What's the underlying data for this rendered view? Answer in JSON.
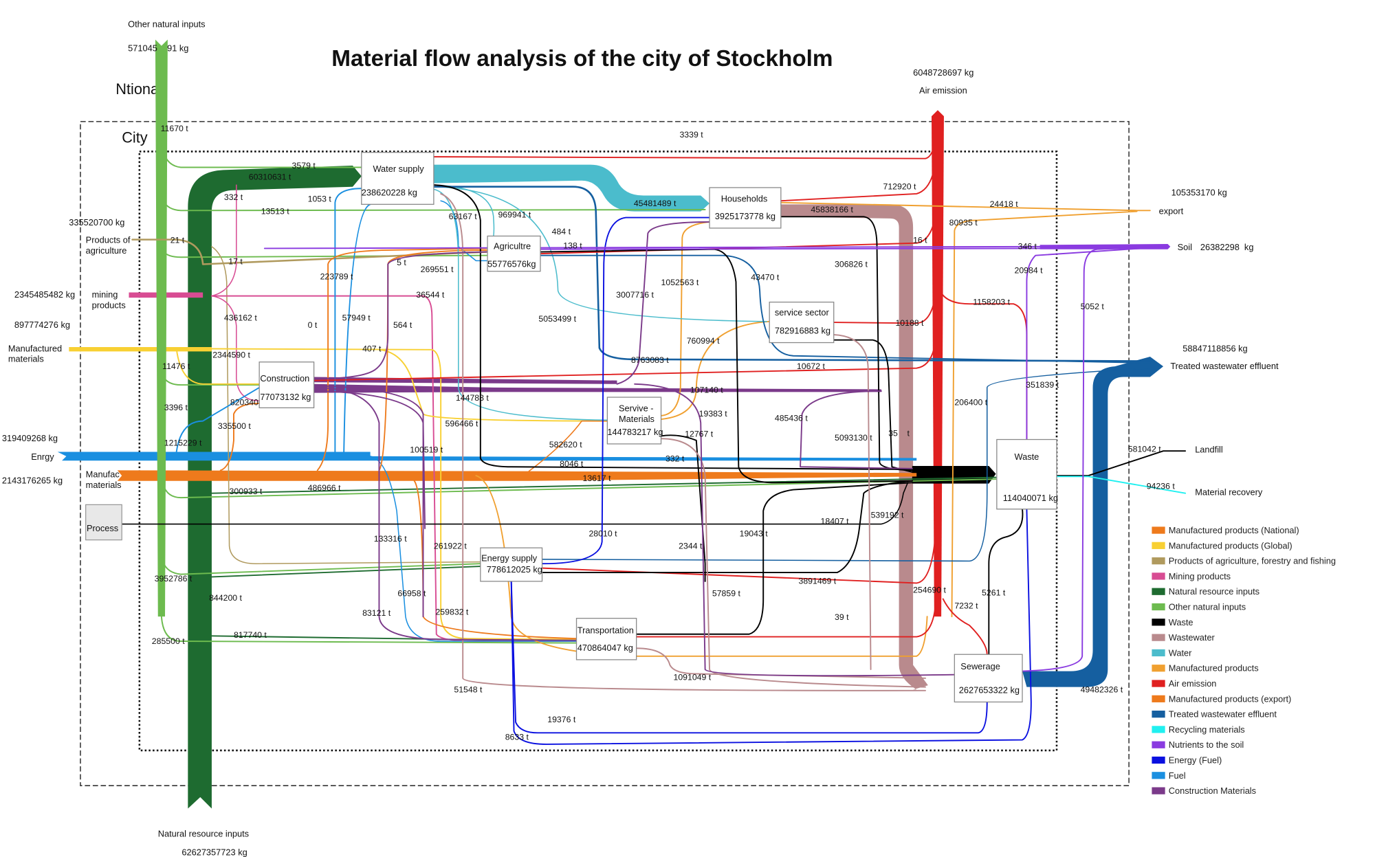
{
  "title": "Material flow analysis of the city of Stockholm",
  "scopes": {
    "national": "Ntional",
    "city": "City"
  },
  "process_key": "Process",
  "nodes": {
    "water_supply": {
      "name": "Water supply",
      "value": "238620228 kg"
    },
    "agriculture": {
      "name": "Agricultre",
      "value": "55776576kg"
    },
    "households": {
      "name": "Households",
      "value": "3925173778 kg"
    },
    "service_sector": {
      "name": "service sector",
      "value": "782916883 kg"
    },
    "construction": {
      "name": "Construction",
      "value": "77073132 kg"
    },
    "service_materials": {
      "name1": "Servive -",
      "name2": "Materials",
      "value": "144783217 kg"
    },
    "waste": {
      "name": "Waste",
      "value": "114040071 kg"
    },
    "energy_supply": {
      "name": "Energy supply",
      "value": "778612025 kg"
    },
    "transportation": {
      "name": "Transportation",
      "value": "470864047 kg"
    },
    "sewerage": {
      "name": "Sewerage",
      "value": "2627653322 kg"
    }
  },
  "inputs": {
    "other_natural": {
      "name": "Other natural inputs",
      "value": "571045    91 kg"
    },
    "agri_products": {
      "value": "335520700 kg",
      "name1": "Products of",
      "name2": "agriculture"
    },
    "mining": {
      "value": "2345485482 kg",
      "name1": "mining",
      "name2": "products"
    },
    "manufactured_global": {
      "value": "897774276 kg",
      "name1": "Manufactured",
      "name2": "materials"
    },
    "energy": {
      "value": "319409268 kg",
      "name": "Enrgy"
    },
    "manufactured_national": {
      "value": "2143176265 kg",
      "name1": "Manufac",
      "name2": "materials"
    },
    "natural_resource": {
      "name": "Natural resource inputs",
      "value": "62627357723 kg"
    }
  },
  "outputs": {
    "air_emission": {
      "value": "6048728697 kg",
      "name": "Air emission"
    },
    "export": {
      "value": "105353170 kg",
      "name": "export"
    },
    "soil": {
      "name": "Soil",
      "value": "26382298  kg"
    },
    "effluent": {
      "value": "58847118856 kg",
      "name": "Treated wastewater effluent"
    },
    "landfill": {
      "name": "Landfill"
    },
    "recovery": {
      "name": "Material recovery"
    }
  },
  "flow_labels": [
    "11670 t",
    "3579 t",
    "60310631 t",
    "332 t",
    "1053 t",
    "13513 t",
    "21 t",
    "17 t",
    "223789 t",
    "5 t",
    "269551 t",
    "36544 t",
    "436162 t",
    "0 t",
    "57949 t",
    "564 t",
    "407 t",
    "2344590 t",
    "11476 t",
    "3396 t",
    "820340",
    "335500 t",
    "1215229 t",
    "63167 t",
    "969941 t",
    "484 t",
    "138 t",
    "45481489 t",
    "45838166 t",
    "306826 t",
    "712920 t",
    "16 t",
    "80935 t",
    "24418 t",
    "346 t",
    "20984 t",
    "1158203 t",
    "5052 t",
    "43470 t",
    "1052563 t",
    "3007716 t",
    "5053499 t",
    "10188 t",
    "760994 t",
    "8763083 t",
    "10672 t",
    "351839 t",
    "107140 t",
    "144783 t",
    "19383 t",
    "485436 t",
    "206400 t",
    "596466 t",
    "12767 t",
    "5093130 t",
    "35    t",
    "100519 t",
    "582620 t",
    "332 t",
    "8046 t",
    "13617 t",
    "300933 t",
    "486966 t",
    "539192 t",
    "18407 t",
    "28010 t",
    "19043 t",
    "2344 t",
    "133316 t",
    "261922 t",
    "3952786 t",
    "3891469 t",
    "66958 t",
    "844200 t",
    "57859 t",
    "254690 t",
    "5261 t",
    "7232 t",
    "83121 t",
    "259832 t",
    "39 t",
    "817740 t",
    "285500 t",
    "1091049 t",
    "51548 t",
    "49482326 t",
    "19376 t",
    "8633 t",
    "3339 t",
    "581042 t",
    "94236 t"
  ],
  "legend": [
    {
      "label": "Manufactured products (National)",
      "color": "#ee7a1c"
    },
    {
      "label": "Manufactured products (Global)",
      "color": "#f8d033"
    },
    {
      "label": "Products of agriculture, forestry and fishing",
      "color": "#b09a5e"
    },
    {
      "label": "Mining products",
      "color": "#d84c93"
    },
    {
      "label": "Natural resource inputs",
      "color": "#1e6b30"
    },
    {
      "label": "Other natural inputs",
      "color": "#6dbb4f"
    },
    {
      "label": "Waste",
      "color": "#000000"
    },
    {
      "label": "Wastewater",
      "color": "#b98a8d"
    },
    {
      "label": "Water",
      "color": "#4bbccc"
    },
    {
      "label": "Manufactured products",
      "color": "#f0a030"
    },
    {
      "label": "Air emission",
      "color": "#e02020"
    },
    {
      "label": "Manufactured products (export)",
      "color": "#ee7a1c"
    },
    {
      "label": "Treated wastewater effluent",
      "color": "#155fa0"
    },
    {
      "label": "Recycling materials",
      "color": "#20f0f0"
    },
    {
      "label": "Nutrients to the soil",
      "color": "#8a3be0"
    },
    {
      "label": "Energy (Fuel)",
      "color": "#0a10e0"
    },
    {
      "label": "Fuel",
      "color": "#1a8fe0"
    },
    {
      "label": "Construction Materials",
      "color": "#7b3a8a"
    }
  ]
}
